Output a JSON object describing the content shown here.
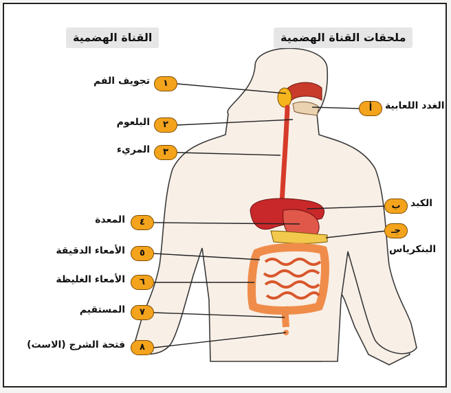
{
  "headings": {
    "left": "القناة الهضمية",
    "right": "ملحقات القناة الهضمية"
  },
  "left_labels": [
    {
      "num": "١",
      "text": "تجويف الفم"
    },
    {
      "num": "٢",
      "text": "البلعوم"
    },
    {
      "num": "٣",
      "text": "المريء"
    },
    {
      "num": "٤",
      "text": "المعدة"
    },
    {
      "num": "٥",
      "text": "الأمعاء الدقيقة"
    },
    {
      "num": "٦",
      "text": "الأمعاء الغليظة"
    },
    {
      "num": "٧",
      "text": "المستقيم"
    },
    {
      "num": "٨",
      "text": "فتحة الشرج (الاست)"
    }
  ],
  "right_labels": [
    {
      "num": "أ",
      "text": "الغدد اللعابية"
    },
    {
      "num": "ب",
      "text": "الكبد"
    },
    {
      "num": "جـ",
      "text": "البنكرياس"
    }
  ],
  "colors": {
    "badge": "#f4a31c",
    "body_fill": "#f8efe6",
    "body_stroke": "#3a3a3a",
    "esophagus": "#d63b2a",
    "liver": "#c8282a",
    "stomach": "#e0584a",
    "pancreas": "#f2c94c",
    "intestine": "#ef8c4a",
    "salivary": "#f6b51c"
  }
}
